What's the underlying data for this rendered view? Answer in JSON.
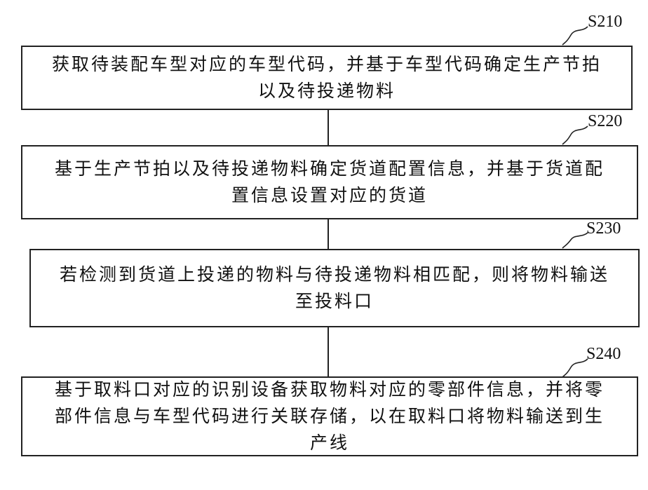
{
  "steps": [
    {
      "id": "S210",
      "lines": [
        "获取待装配车型对应的车型代码，并基于车型代码确定生产节拍",
        "以及待投递物料"
      ]
    },
    {
      "id": "S220",
      "lines": [
        "基于生产节拍以及待投递物料确定货道配置信息，并基于货道配",
        "置信息设置对应的货道"
      ]
    },
    {
      "id": "S230",
      "lines": [
        "若检测到货道上投递的物料与待投递物料相匹配，则将物料输送",
        "至投料口"
      ]
    },
    {
      "id": "S240",
      "lines": [
        "基于取料口对应的识别设备获取物料对应的零部件信息，并将零",
        "部件信息与车型代码进行关联存储，以在取料口将物料输送到生",
        "产线"
      ]
    }
  ]
}
